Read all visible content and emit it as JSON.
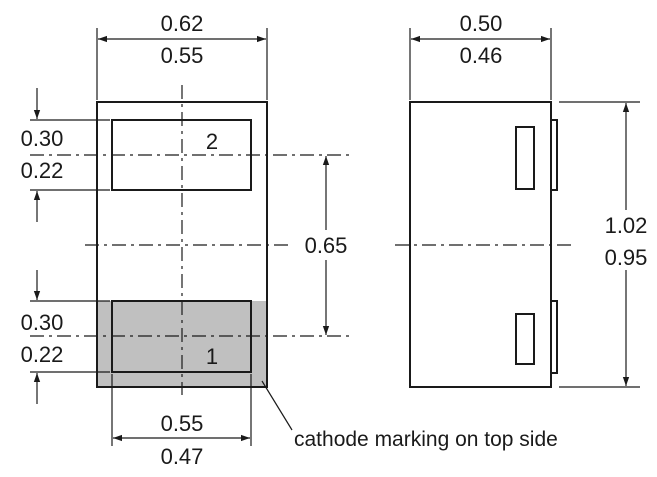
{
  "top_view": {
    "width_max": "0.62",
    "width_min": "0.55",
    "pad_height_top_max": "0.30",
    "pad_height_top_min": "0.22",
    "pad_height_bottom_max": "0.30",
    "pad_height_bottom_min": "0.22",
    "pad_pitch": "0.65",
    "pad_width_max": "0.55",
    "pad_width_min": "0.47",
    "pin_top": "2",
    "pin_bottom": "1",
    "cathode_note": "cathode marking on top side"
  },
  "side_view": {
    "width_max": "0.50",
    "width_min": "0.46",
    "height_max": "1.02",
    "height_min": "0.95"
  },
  "colors": {
    "line": "#1a1a1a",
    "cathode_fill": "#c0c0c0",
    "background": "#ffffff"
  }
}
